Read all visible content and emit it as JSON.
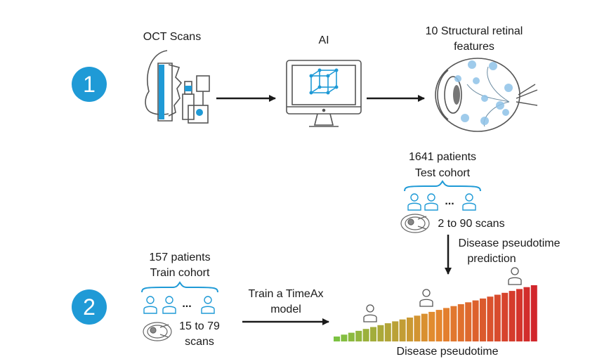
{
  "step1": {
    "number": "1",
    "oct_label": "OCT Scans",
    "ai_label": "AI",
    "features_line1": "10 Structural retinal",
    "features_line2": "features"
  },
  "step2": {
    "number": "2",
    "train_patients": "157 patients",
    "train_cohort": "Train cohort",
    "train_scans_line1": "15 to 79",
    "train_scans_line2": "scans",
    "train_model_line1": "Train a TimeAx",
    "train_model_line2": "model",
    "test_patients": "1641 patients",
    "test_cohort": "Test cohort",
    "test_scans": "2 to 90 scans",
    "prediction_line1": "Disease pseudotime",
    "prediction_line2": "prediction",
    "pseudotime_label": "Disease pseudotime",
    "ellipsis": "..."
  },
  "colors": {
    "accent_blue": "#1f9ad6",
    "gradient_start": "#7cc242",
    "gradient_mid": "#e58a2e",
    "gradient_end": "#d1262c"
  },
  "icons": [
    "oct-scanner-icon",
    "monitor-cube-icon",
    "eye-icon",
    "patient-icon",
    "eye-scan-icon",
    "arrow-icon"
  ]
}
